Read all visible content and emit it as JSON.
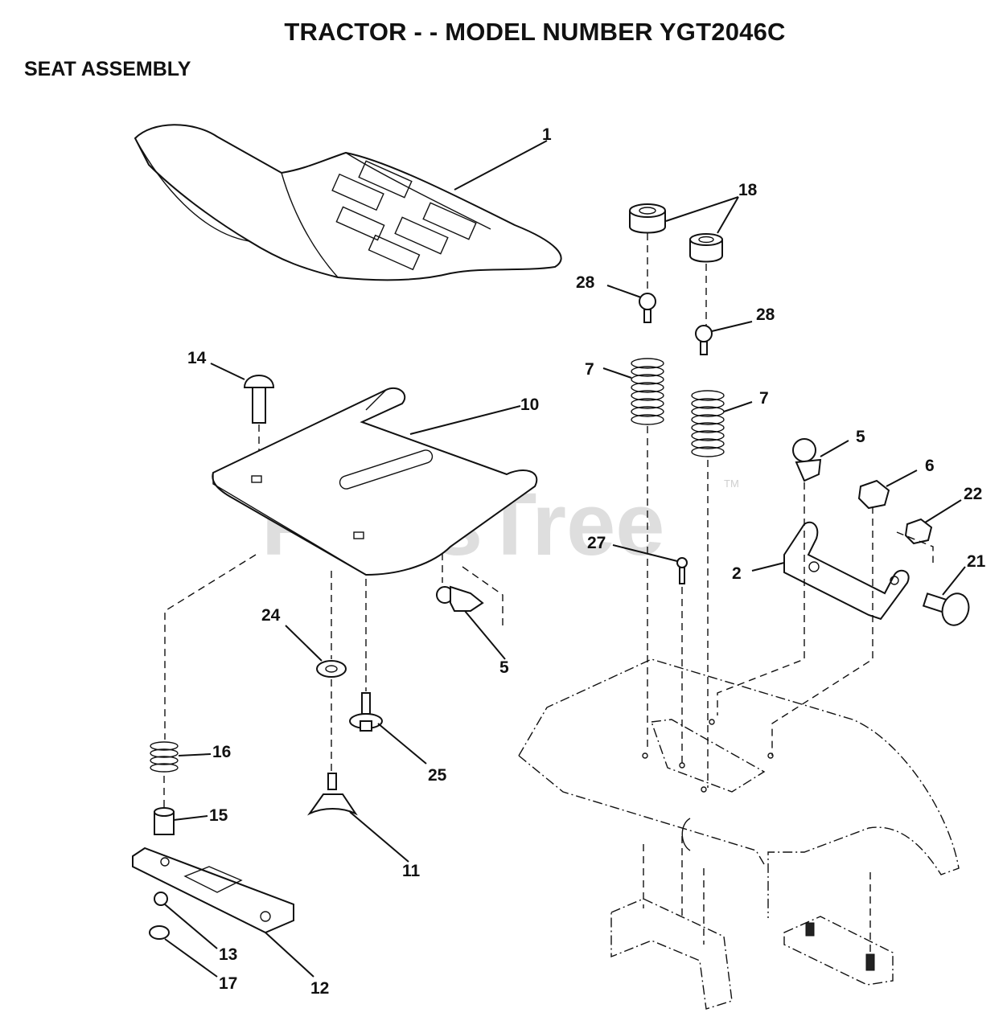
{
  "title": "TRACTOR - - MODEL NUMBER YGT2046C",
  "subtitle": "SEAT ASSEMBLY",
  "watermark": {
    "text": "PartsTree",
    "mark": "TM"
  },
  "callouts": [
    "1",
    "18",
    "28",
    "28",
    "7",
    "7",
    "14",
    "10",
    "5",
    "6",
    "22",
    "21",
    "2",
    "27",
    "24",
    "5",
    "16",
    "25",
    "15",
    "11",
    "13",
    "17",
    "12"
  ]
}
